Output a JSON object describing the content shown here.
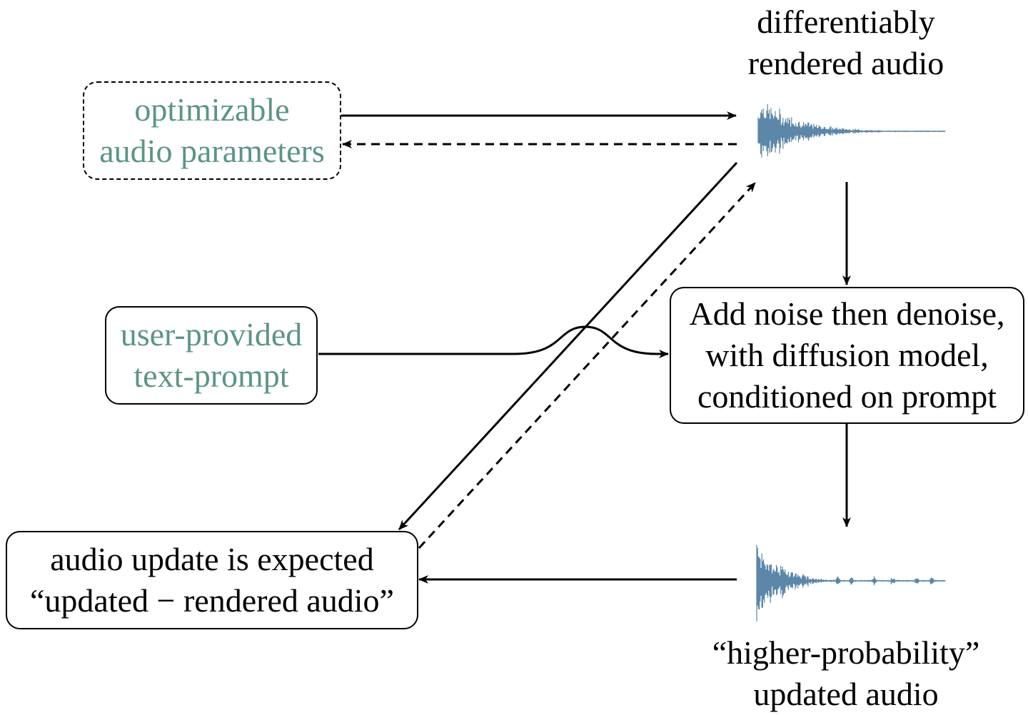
{
  "colors": {
    "accent_text": "#5b9584",
    "main_text": "#000000",
    "waveform": "#5d87a8",
    "stroke": "#000000"
  },
  "nodes": {
    "params": {
      "lines": [
        "optimizable",
        "audio parameters"
      ]
    },
    "prompt": {
      "lines": [
        "user-provided",
        "text-prompt"
      ]
    },
    "diffusion": {
      "lines": [
        "Add noise then denoise,",
        "with diffusion model,",
        "conditioned on prompt"
      ]
    },
    "update": {
      "lines": [
        "audio update is expected",
        "“updated − rendered audio”"
      ]
    }
  },
  "labels": {
    "rendered_audio": {
      "lines": [
        "differentiably",
        "rendered audio"
      ]
    },
    "updated_audio": {
      "lines": [
        "“higher-probability”",
        "updated audio"
      ]
    }
  },
  "icons": {
    "rendered_waveform": "waveform-icon",
    "updated_waveform": "waveform-icon"
  }
}
